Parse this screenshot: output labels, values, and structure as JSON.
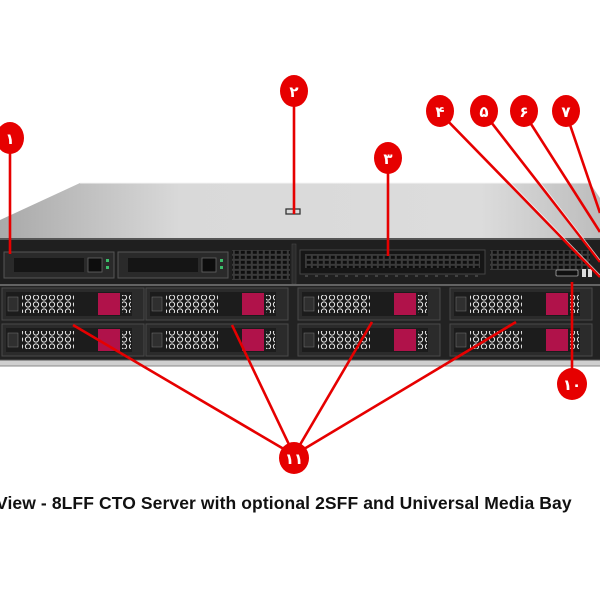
{
  "caption": "View - 8LFF CTO Server with optional 2SFF and Universal Media Bay",
  "colors": {
    "callout": "#e60000",
    "drive_latch": "#b0124a",
    "chassis_dark": "#1e1e1e",
    "chassis_top": "#d6d6d6"
  },
  "callouts": [
    {
      "id": 1,
      "label": "۱"
    },
    {
      "id": 2,
      "label": "۲"
    },
    {
      "id": 3,
      "label": "۳"
    },
    {
      "id": 4,
      "label": "۴"
    },
    {
      "id": 5,
      "label": "۵"
    },
    {
      "id": 6,
      "label": "۶"
    },
    {
      "id": 7,
      "label": "۷"
    },
    {
      "id": 10,
      "label": "۱۰"
    },
    {
      "id": 11,
      "label": "۱۱"
    }
  ],
  "components": {
    "sff_bays": 2,
    "lff_bays": 8,
    "universal_media_bay": 1
  }
}
